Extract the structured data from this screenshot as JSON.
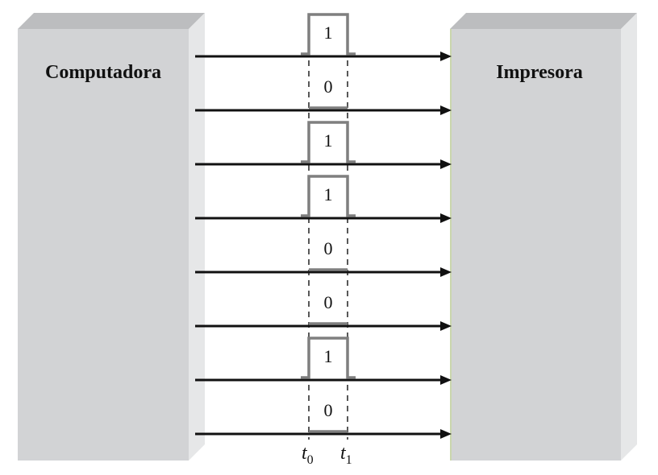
{
  "sender": {
    "label": "Computadora"
  },
  "receiver": {
    "label": "Impresora"
  },
  "bits": [
    "1",
    "0",
    "1",
    "1",
    "0",
    "0",
    "1",
    "0"
  ],
  "time_markers": [
    {
      "letter": "t",
      "sub": "0"
    },
    {
      "letter": "t",
      "sub": "1"
    }
  ],
  "colors": {
    "box_front": "#d2d3d5",
    "box_top": "#bcbdbf",
    "box_side": "#e6e7e8",
    "wire": "#111111",
    "pulse": "#7f7f7f",
    "dashed": "#111111"
  }
}
